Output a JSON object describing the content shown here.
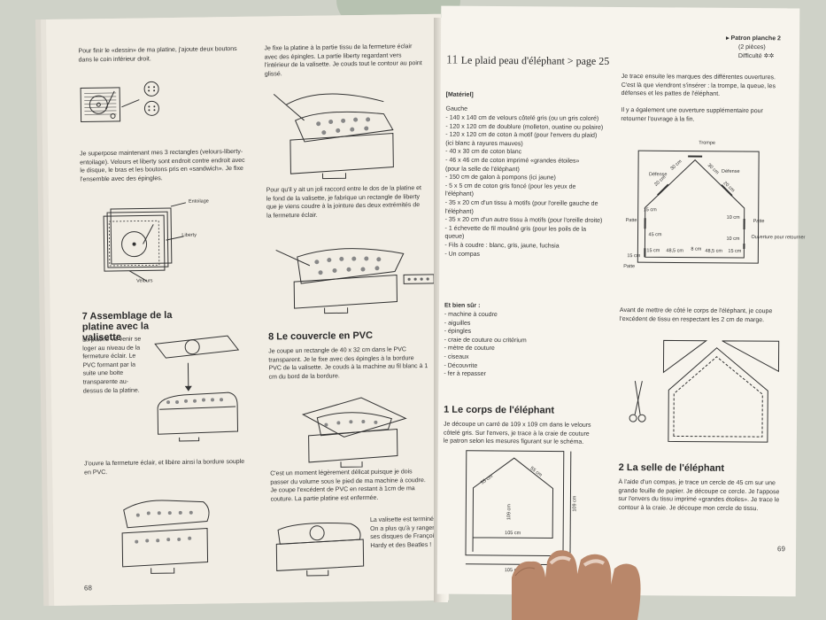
{
  "left_page": {
    "col1": {
      "p1": "Pour finir le «dessin» de ma platine, j'ajoute deux boutons dans le coin inférieur droit.",
      "p2": "Je superpose maintenant mes 3 rectangles (velours-liberty-entoilage). Velours et liberty sont endroit contre endroit avec le disque, le bras et les boutons pris en «sandwich». Je fixe l'ensemble avec des épingles.",
      "lbl_entoilage": "Entoilage",
      "lbl_liberty": "Liberty",
      "lbl_velours": "Velours",
      "step7_num": "7",
      "step7_title": "Assemblage de la platine avec la valisette",
      "p3": "La platine va venir se loger au niveau de la fermeture éclair. Le PVC formant par la suite une boite transparente au-dessus de la platine.",
      "p4": "J'ouvre la fermeture éclair, et libère ainsi la bordure souple en PVC."
    },
    "col2": {
      "p1": "Je fixe la platine à la partie tissu de la fermeture éclair avec des épingles. La partie liberty regardant vers l'intérieur de la valisette. Je couds tout le contour au point glissé.",
      "p2": "Pour qu'il y ait un joli raccord entre le dos de la platine et le fond de la valisette, je fabrique un rectangle de liberty que je viens coudre à la jointure des deux extrémités de la fermeture éclair.",
      "step8_num": "8",
      "step8_title": "Le couvercle en PVC",
      "p3": "Je coupe un rectangle de 40 x 32 cm dans le PVC transparent. Je le fixe avec des épingles à la bordure PVC de la valisette. Je couds à la machine au fil blanc à 1 cm du bord de la bordure.",
      "p4": "C'est un moment légèrement délicat puisque je dois passer du volume sous le pied de ma machine à coudre. Je coupe l'excédent de PVC en restant à 1cm de ma couture. La partie platine est enfermée.",
      "p5": "La valisette est terminée. On a plus qu'à y ranger ses disques de Françoise Hardy et des Beatles !"
    },
    "page_number": "68"
  },
  "right_page": {
    "header": {
      "patron": "▸ Patron planche 2",
      "pieces": "(2 pièces)",
      "difficulte": "Difficulté ✲✲"
    },
    "title_num": "11",
    "title": "Le plaid peau d'éléphant > page 25",
    "materiel_heading": "[Matériel]",
    "gauche": "Gauche",
    "materials": [
      "- 140 x 140 cm de velours côtelé gris (ou un gris coloré)",
      "- 120 x 120 cm de doublure (molleton, ouatine ou polaire)",
      "- 120 x 120 cm de coton à motif (pour l'envers du plaid)",
      "(ici blanc à rayures mauves)",
      "- 40 x 30 cm de coton blanc",
      "- 46 x 46 cm de coton imprimé «grandes étoiles»",
      "(pour la selle de l'éléphant)",
      "- 150 cm de galon à pompons (ici jaune)",
      "- 5 x 5 cm de coton gris foncé (pour les yeux de l'éléphant)",
      "- 35 x 20 cm d'un tissu à motifs (pour l'oreille gauche de l'éléphant)",
      "- 35 x 20 cm d'un autre tissu à motifs (pour l'oreille droite)",
      "- 1 échevette de fil mouliné gris (pour les poils de la queue)",
      "- Fils à coudre : blanc, gris, jaune, fuchsia",
      "- Un compas"
    ],
    "bien_sur": "Et bien sûr :",
    "tools": [
      "- machine à coudre",
      "- aiguilles",
      "- épingles",
      "- craie de couture ou critérium",
      "- mètre de couture",
      "- ciseaux",
      "- Découvrite",
      "- fer à repasser"
    ],
    "step1_num": "1",
    "step1_title": "Le corps de l'éléphant",
    "step1_text": "Je découpe un carré de 109 x 109 cm dans le velours côtelé gris. Sur l'envers, je trace à la craie de couture le patron selon les mesures figurant sur le schéma.",
    "col2": {
      "p1": "Je trace ensuite les marques des différentes ouvertures. C'est là que viendront s'insérer : la trompe, la queue, les défenses et les pattes de l'éléphant.",
      "p2": "Il y a également une ouverture supplémentaire pour retourner l'ouvrage à la fin.",
      "p3": "Avant de mettre de côté le corps de l'éléphant, je coupe l'excédent de tissu en respectant les 2 cm de marge.",
      "step2_num": "2",
      "step2_title": "La selle de l'éléphant",
      "p4": "À l'aide d'un compas, je trace un cercle de 45 cm sur une grande feuille de papier. Je découpe ce cercle. Je l'appose sur l'envers du tissu imprimé «grandes étoiles». Je trace le contour à la craie. Je découpe mon cercle de tissu."
    },
    "diagram_labels": {
      "trompe": "Trompe",
      "defense1": "Défense",
      "defense2": "Défense",
      "patte1": "Patte",
      "patte2": "Patte",
      "patte3": "Patte",
      "ouverture": "Ouverture pour retourner",
      "d15a": "15 cm",
      "d45": "45 cm",
      "d10a": "10 cm",
      "d10b": "10 cm",
      "d15b": "15 cm",
      "d485a": "48,5 cm",
      "d8": "8 cm",
      "d485b": "48,5 cm",
      "d15c": "15 cm",
      "d15d": "15 cm",
      "d20a": "20 cm",
      "d30a": "30 cm",
      "d30b": "30 cm",
      "d20b": "20 cm",
      "s55a": "55 cm",
      "s55b": "55 cm",
      "s109a": "109 cm",
      "s109b": "109 cm",
      "s105a": "105 cm",
      "s105b": "105 cm"
    },
    "page_number": "69"
  }
}
